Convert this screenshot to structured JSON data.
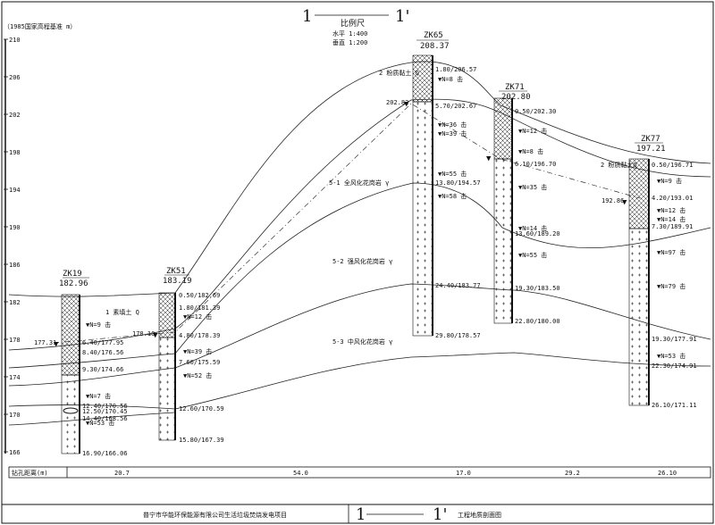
{
  "header": {
    "section_left": "1",
    "section_right": "1'",
    "legend_title": "比例尺",
    "scale_h": "水平 1:400",
    "scale_v": "垂直 1:200",
    "elev_axis_label": "（1985国家高程基准 m）"
  },
  "elevation_ticks": [
    "210",
    "206",
    "202",
    "198",
    "194",
    "190",
    "186",
    "182",
    "178",
    "174",
    "170",
    "166"
  ],
  "boreholes": [
    {
      "id": "ZK19",
      "top": "182.96",
      "layers": [
        "6.40/177.95",
        "8.40/176.56",
        "9.30/174.66",
        "12.40/170.56",
        "12.50/170.45",
        "14.40/168.56",
        "16.90/166.06"
      ],
      "water": "177.31",
      "water_mark": "▼"
    },
    {
      "id": "ZK51",
      "top": "183.19",
      "layers": [
        "0.50/182.69",
        "1.80/181.39",
        "4.80/178.39",
        "7.60/175.59",
        "12.60/170.59",
        "15.80/167.39"
      ],
      "water": "178.10",
      "water_mark": "▼"
    },
    {
      "id": "ZK65",
      "top": "208.37",
      "layers": [
        "1.80/206.57",
        "5.70/202.67",
        "13.80/194.57",
        "24.40/183.77",
        "29.80/178.57"
      ],
      "water": "202.82",
      "water_mark": "▼"
    },
    {
      "id": "ZK71",
      "top": "202.80",
      "layers": [
        "0.50/202.30",
        "6.10/196.70",
        "13.60/189.20",
        "19.30/183.50",
        "22.80/180.00"
      ],
      "water": "196.70",
      "water_mark": "▼"
    },
    {
      "id": "ZK77",
      "top": "197.21",
      "layers": [
        "0.50/196.71",
        "4.20/193.01",
        "7.30/189.91",
        "19.30/177.91",
        "22.30/174.91",
        "26.10/171.11"
      ],
      "water": "192.86",
      "water_mark": "▼"
    }
  ],
  "strata_labels": {
    "q_top_zk51": "1 素填土 Q",
    "q_top_zk65": "2 粉质黏土 Q",
    "q_top_zk77": "2 粉质黏土Q",
    "s1": "5-1 全风化花岗岩 γ",
    "s2": "5-2 强风化花岗岩 γ",
    "s3": "5-3 中风化花岗岩 γ"
  },
  "annotations": {
    "spt_a": "▼N=7 击",
    "spt_b": "▼N=8 击",
    "spt_c": "▼N=12 击",
    "spt_d": "▼N=39 击",
    "spt_e": "▼N=52 击",
    "spt_f": "▼N=55 击",
    "spt_g": "▼N=97 击",
    "spt_h": "▼N=79 击",
    "spt_i": "▼N=53 击",
    "spt_j": "▼N=35 击",
    "spt_k": "▼N=14 击",
    "spt_l": "▼N=9 击",
    "spt_m": "▼N=58 击",
    "spt_n": "▼N=36 击"
  },
  "distance_row": {
    "label": "钻孔距离(m)",
    "values": [
      "20.7",
      "54.0",
      "17.0",
      "29.2",
      "26.10"
    ]
  },
  "footer": {
    "project": "普宁市华能环保能源有限公司生活垃圾焚烧发电项目",
    "section_left": "1",
    "section_right": "1'",
    "drawing_title": "工程地质剖面图"
  }
}
